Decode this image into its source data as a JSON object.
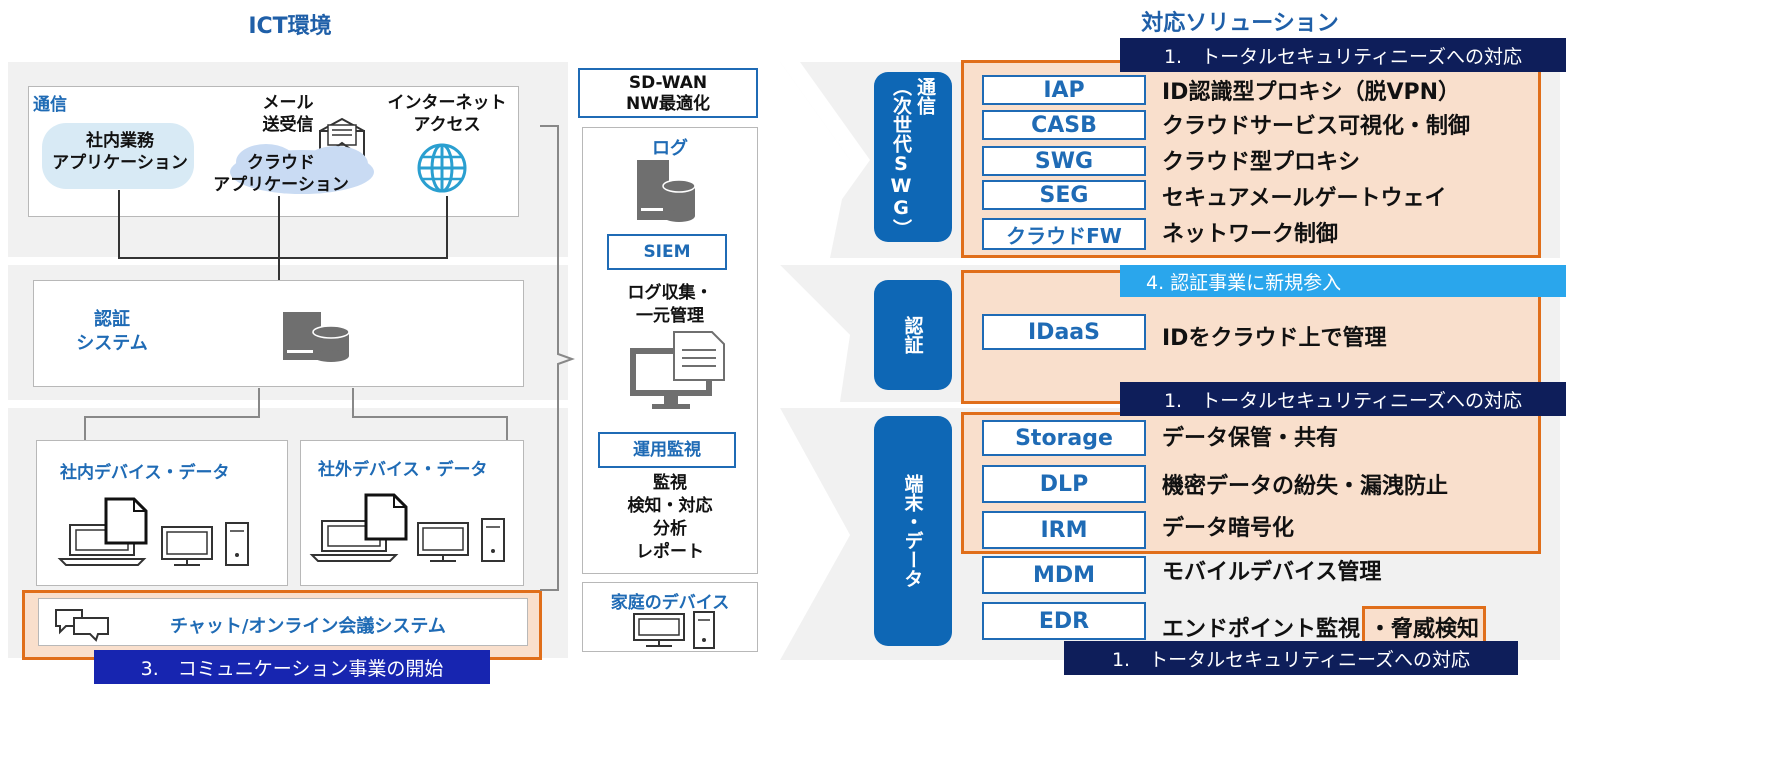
{
  "titles": {
    "left": "ICT環境",
    "right": "対応ソリューション"
  },
  "left": {
    "comm_panel": {
      "label": "通信",
      "internal_app": "社内業務\nアプリケーション",
      "mail": "メール\n送受信",
      "cloud_app": "クラウド\nアプリケーション",
      "internet": "インターネット\nアクセス"
    },
    "auth_panel": {
      "label": "認証\nシステム"
    },
    "internal_device": "社内デバイス・データ",
    "external_device": "社外デバイス・データ",
    "chat_system": "チャット/オンライン会議システム",
    "banner_comm": "3.　コミュニケーション事業の開始"
  },
  "middle": {
    "sdwan": "SD-WAN\nNW最適化",
    "log": "ログ",
    "siem": "SIEM",
    "log_collect": "ログ収集・\n一元管理",
    "ops_monitor": "運用監視",
    "ops_detail": "監視\n検知・対応\n分析\nレポート",
    "home_device": "家庭のデバイス"
  },
  "right": {
    "cat_comm": "通信\n（次世代SWG）",
    "cat_auth": "認証",
    "cat_endpoint": "端末・データ",
    "banner_total": "1.　トータルセキュリティニーズへの対応",
    "banner_auth": "4. 認証事業に新規参入",
    "comm_solutions": [
      {
        "label": "IAP",
        "desc": "ID認識型プロキシ（脱VPN）"
      },
      {
        "label": "CASB",
        "desc": "クラウドサービス可視化・制御"
      },
      {
        "label": "SWG",
        "desc": "クラウド型プロキシ"
      },
      {
        "label": "SEG",
        "desc": "セキュアメールゲートウェイ"
      },
      {
        "label": "クラウドFW",
        "desc": "ネットワーク制御"
      }
    ],
    "auth_solutions": [
      {
        "label": "IDaaS",
        "desc": "IDをクラウド上で管理"
      }
    ],
    "endpoint_solutions": [
      {
        "label": "Storage",
        "desc": "データ保管・共有"
      },
      {
        "label": "DLP",
        "desc": "機密データの紛失・漏洩防止"
      },
      {
        "label": "IRM",
        "desc": "データ暗号化"
      },
      {
        "label": "MDM",
        "desc": "モバイルデバイス管理"
      }
    ],
    "edr": {
      "label": "EDR",
      "desc_a": "エンドポイント監視",
      "desc_b": "・脅威検知"
    }
  },
  "colors": {
    "accent_blue": "#1f6bb5",
    "orange": "#e06e1a",
    "peach": "#f9dfcc",
    "navy": "#0e1e5a"
  }
}
